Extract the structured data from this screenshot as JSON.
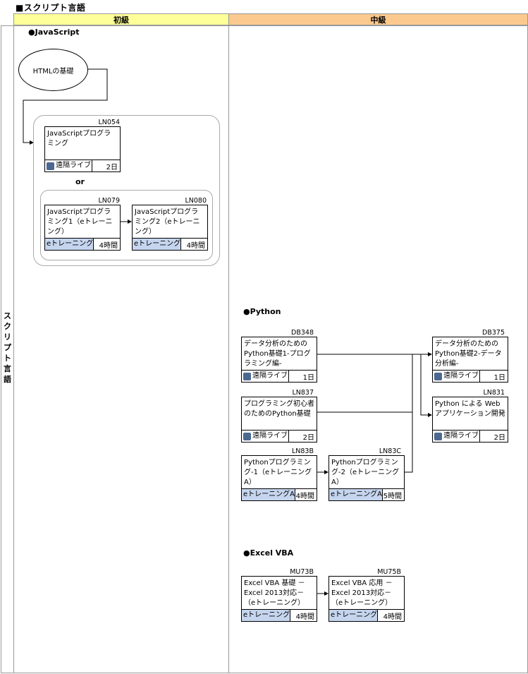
{
  "page": {
    "title": "■スクリプト言語"
  },
  "headers": {
    "beginner": "初級",
    "intermediate": "中級"
  },
  "row_label": "スクリプト言語",
  "sections": {
    "javascript": "●JavaScript",
    "python": "●Python",
    "excel_vba": "●Excel VBA"
  },
  "start_node": "HTMLの基礎",
  "or_label": "or",
  "courses": {
    "ln054": {
      "code": "LN054",
      "title": "JavaScriptプログラミング",
      "type": "遠隔ライブ",
      "duration": "2日"
    },
    "ln079": {
      "code": "LN079",
      "title": "JavaScriptプログラミング1（eトレーニング）",
      "type": "eトレーニング",
      "duration": "4時間"
    },
    "ln080": {
      "code": "LN080",
      "title": "JavaScriptプログラミング2（eトレーニング）",
      "type": "eトレーニング",
      "duration": "4時間"
    },
    "db348": {
      "code": "DB348",
      "title": "データ分析のためのPython基礎1-プログラミング編-",
      "type": "遠隔ライブ",
      "duration": "1日"
    },
    "ln837": {
      "code": "LN837",
      "title": "プログラミング初心者のためのPython基礎",
      "type": "遠隔ライブ",
      "duration": "2日"
    },
    "ln83b": {
      "code": "LN83B",
      "title": "Pythonプログラミング-1（eトレーニング A）",
      "type": "eトレーニングA",
      "duration": "4時間"
    },
    "ln83c": {
      "code": "LN83C",
      "title": "Pythonプログラミング-2（eトレーニング A）",
      "type": "eトレーニングA",
      "duration": "5時間"
    },
    "db375": {
      "code": "DB375",
      "title": "データ分析のためのPython基礎2-データ分析編-",
      "type": "遠隔ライブ",
      "duration": "1日"
    },
    "ln831": {
      "code": "LN831",
      "title": "Python による Web アプリケーション開発",
      "type": "遠隔ライブ",
      "duration": "2日"
    },
    "mu73b": {
      "code": "MU73B",
      "title": "Excel VBA 基礎 － Excel 2013対応－（eトレーニング）",
      "type": "eトレーニング",
      "duration": "4時間"
    },
    "mu75b": {
      "code": "MU75B",
      "title": "Excel VBA 応用 － Excel 2013対応－（eトレーニング）",
      "type": "eトレーニング",
      "duration": "4時間"
    }
  },
  "colors": {
    "beginner_header": "#ffff99",
    "intermediate_header": "#fbc98e",
    "etraining_bg": "#c5d5ee",
    "live_icon": "#4b6890"
  }
}
